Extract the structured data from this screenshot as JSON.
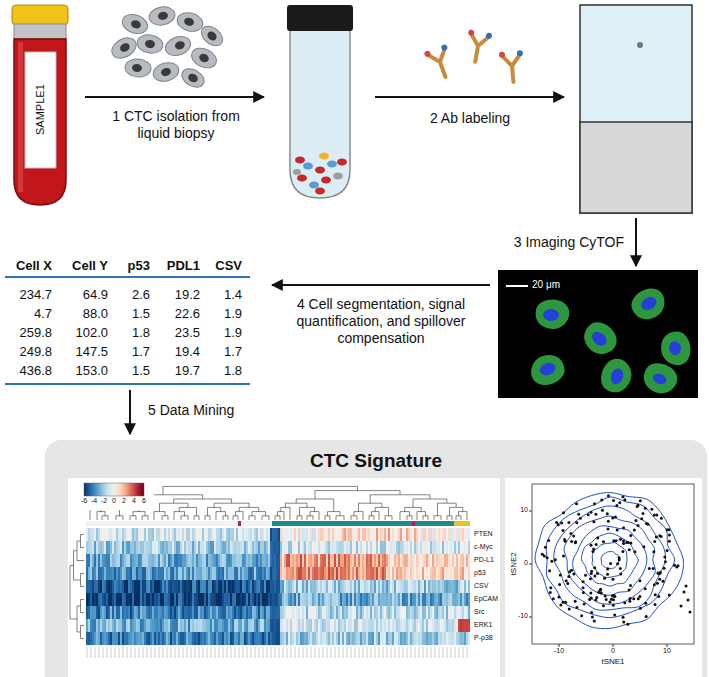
{
  "diagram": {
    "nodes": [
      {
        "text": [
          "CTC Signature"
        ]
      }
    ],
    "labels": [
      "SAMPLE1",
      "1 CTC isolation from liquid biopsy",
      "2 Ab labeling",
      "3 Imaging CyTOF",
      "20 μm",
      "4 Cell segmentation, signal quantification, and spillover compensation",
      "Cell X",
      "Cell Y",
      "p53",
      "PDL1",
      "CSV",
      "234.7",
      "64.9",
      "2.6",
      "19.2",
      "1.4",
      "4.7",
      "88.0",
      "1.5",
      "22.6",
      "1.9",
      "259.8",
      "102.0",
      "1.8",
      "23.5",
      "1.9",
      "249.8",
      "147.5",
      "1.7",
      "19.4",
      "1.7",
      "436.8",
      "153.0",
      "1.5",
      "19.7",
      "1.8",
      "5 Data Mining",
      "-6",
      "-4",
      "-2",
      "0",
      "2",
      "4",
      "6",
      "PTEN",
      "c-Myc",
      "PD-L1",
      "p53",
      "CSV",
      "EpCAM",
      "Src",
      "ERK1",
      "P-p38",
      "10",
      "0",
      "-10",
      "-10",
      "0",
      "10",
      "tSNE1",
      "tSNE2"
    ]
  }
}
